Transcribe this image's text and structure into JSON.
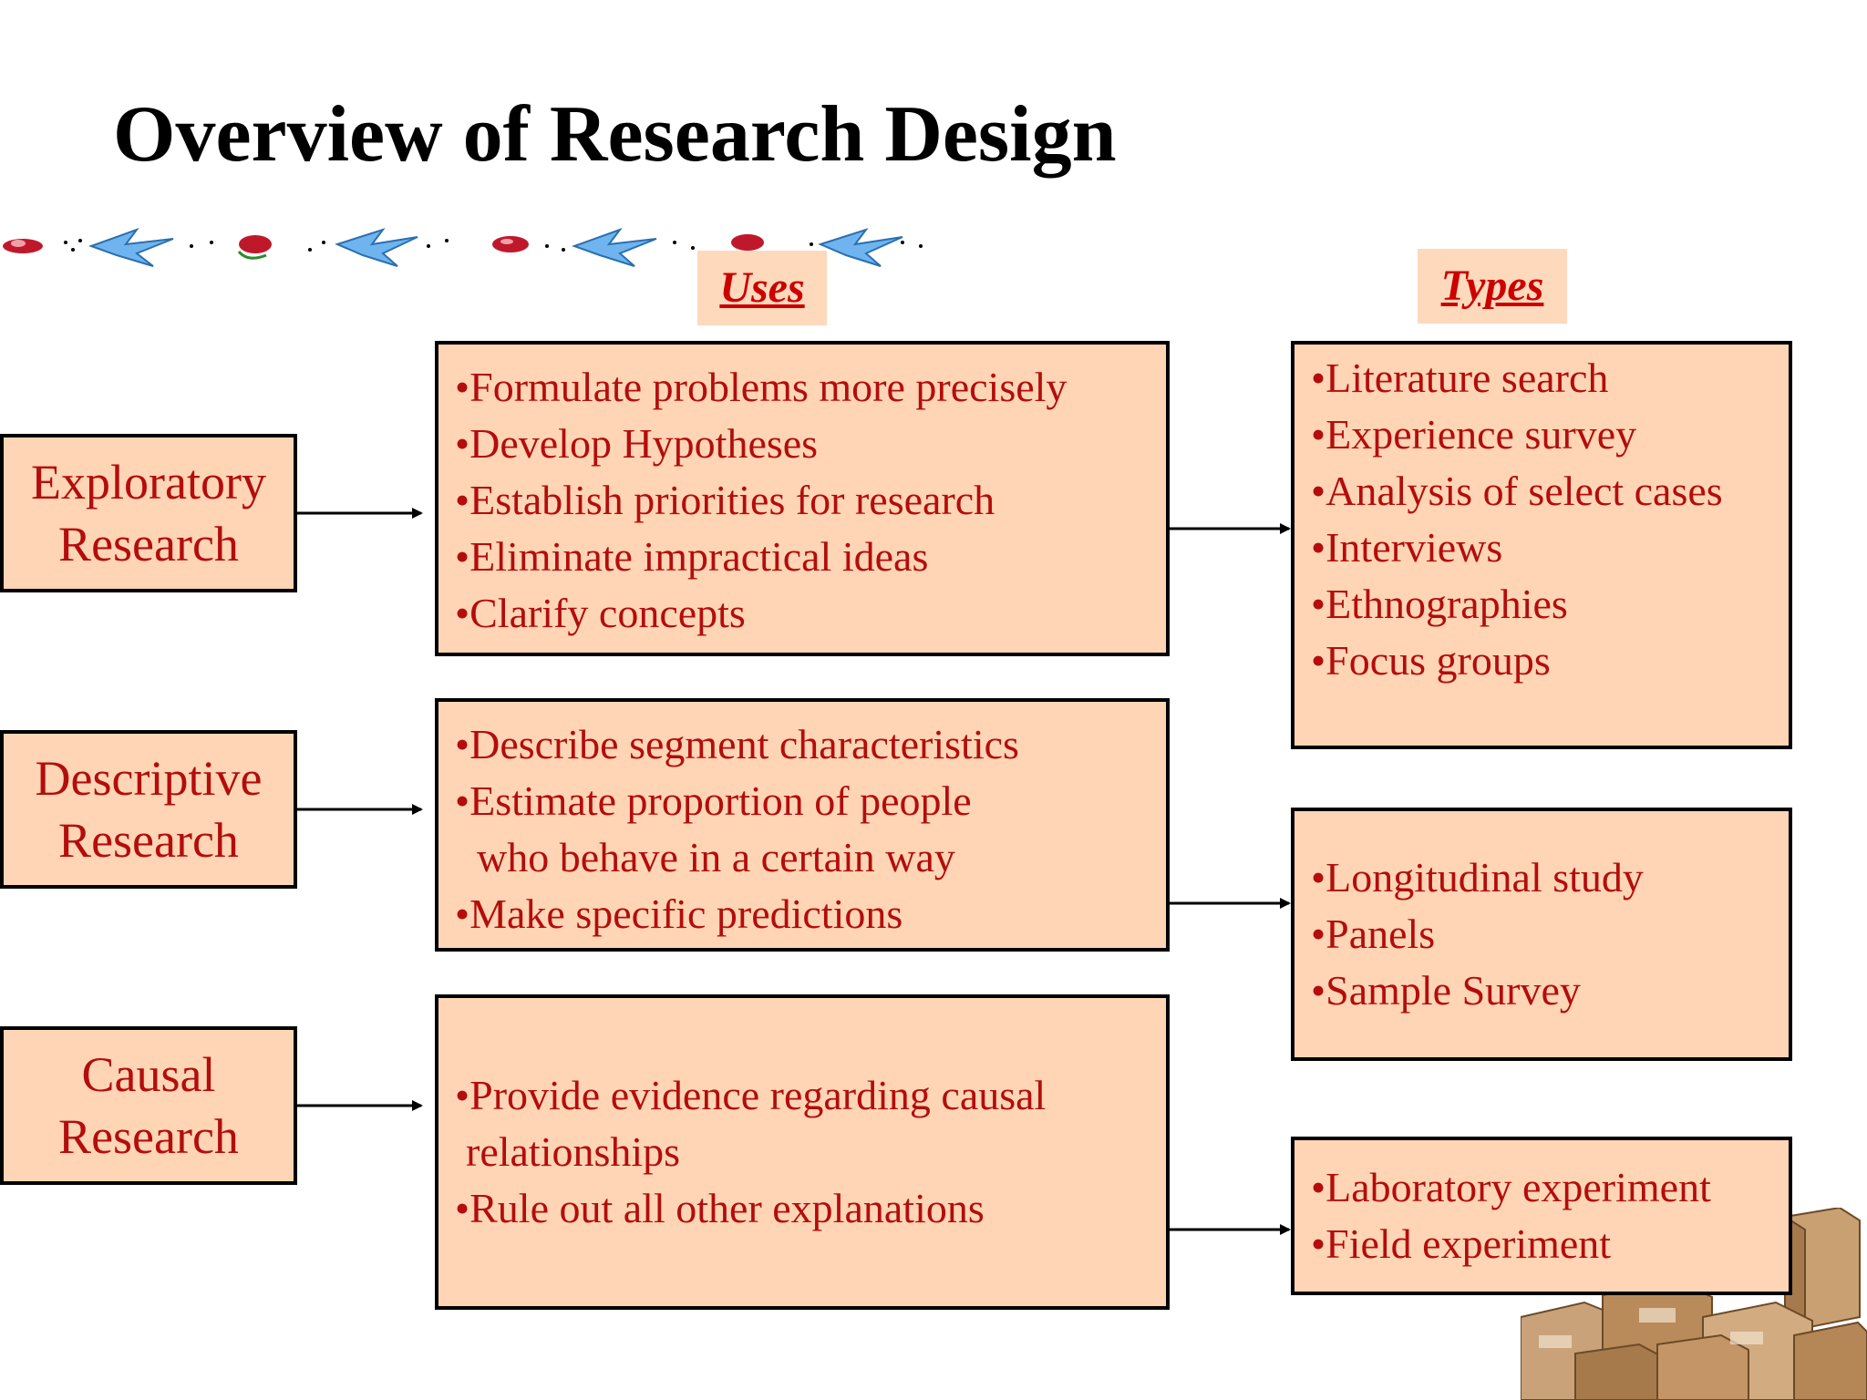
{
  "title": "Overview of Research Design",
  "headers": {
    "uses": "Uses",
    "types": "Types"
  },
  "research_types": [
    {
      "line1": "Exploratory",
      "line2": "Research"
    },
    {
      "line1": "Descriptive",
      "line2": "Research"
    },
    {
      "line1": "Causal",
      "line2": "Research"
    }
  ],
  "uses": {
    "exploratory": [
      "•Formulate problems more precisely",
      "•Develop Hypotheses",
      "•Establish priorities for research",
      "•Eliminate impractical ideas",
      "•Clarify concepts"
    ],
    "descriptive": [
      "•Describe segment characteristics",
      "•Estimate proportion of people",
      "who behave in a certain way",
      "•Make specific predictions"
    ],
    "causal": [
      "•Provide evidence regarding causal",
      "relationships",
      "•Rule out all other explanations"
    ]
  },
  "types": {
    "exploratory": [
      "•Literature search",
      "•Experience survey",
      "•Analysis of select cases",
      "•Interviews",
      "•Ethnographies",
      "•Focus groups"
    ],
    "descriptive": [
      "•Longitudinal study",
      "•Panels",
      "•Sample Survey"
    ],
    "causal": [
      "•Laboratory experiment",
      "•Field experiment"
    ]
  },
  "colors": {
    "box_fill": "#ffd5b5",
    "header_fill": "#ffd9bc",
    "text_red": "#b30d0d",
    "border": "#000000"
  },
  "icons": [
    "decorative-birds-border",
    "cardboard-boxes-illustration"
  ]
}
